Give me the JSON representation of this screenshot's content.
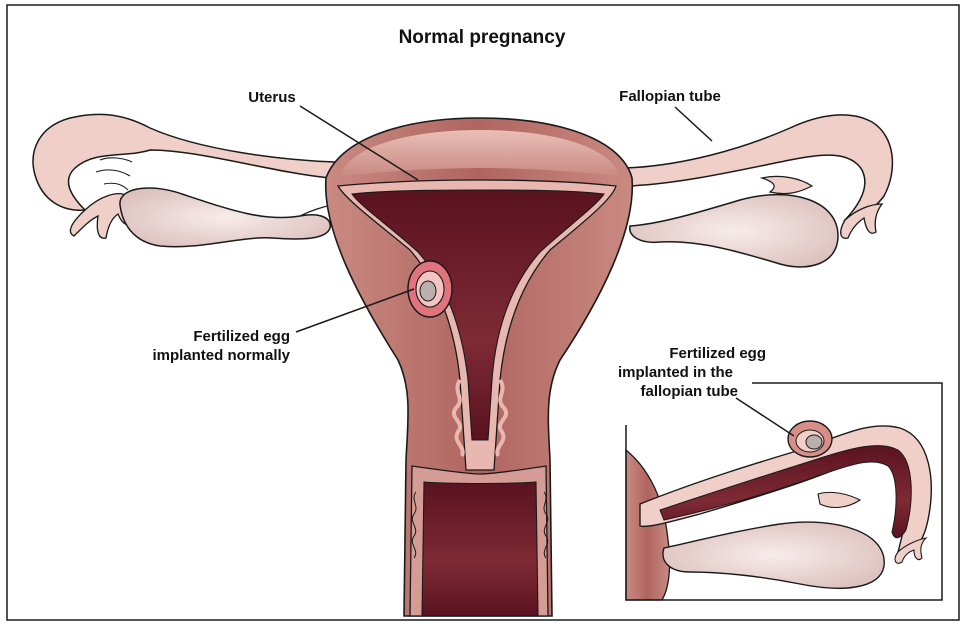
{
  "title": "Normal pregnancy",
  "labels": {
    "uterus": "Uterus",
    "fallopian_tube": "Fallopian tube",
    "normal_egg_line1": "Fertilized egg",
    "normal_egg_line2": "implanted normally",
    "ectopic_line1": "Fertilized egg",
    "ectopic_line2": "implanted in the",
    "ectopic_line3": "fallopian tube"
  },
  "colors": {
    "outline": "#1a1a1a",
    "tissue_light": "#f2d3cc",
    "tissue_mid": "#d8a29a",
    "muscle": "#b86b63",
    "cavity": "#6e1e29",
    "cavity_dark": "#4f1019",
    "egg_ring": "#e0737b",
    "egg_center": "#b9b0ad",
    "ovary": "#ecd6d3"
  }
}
